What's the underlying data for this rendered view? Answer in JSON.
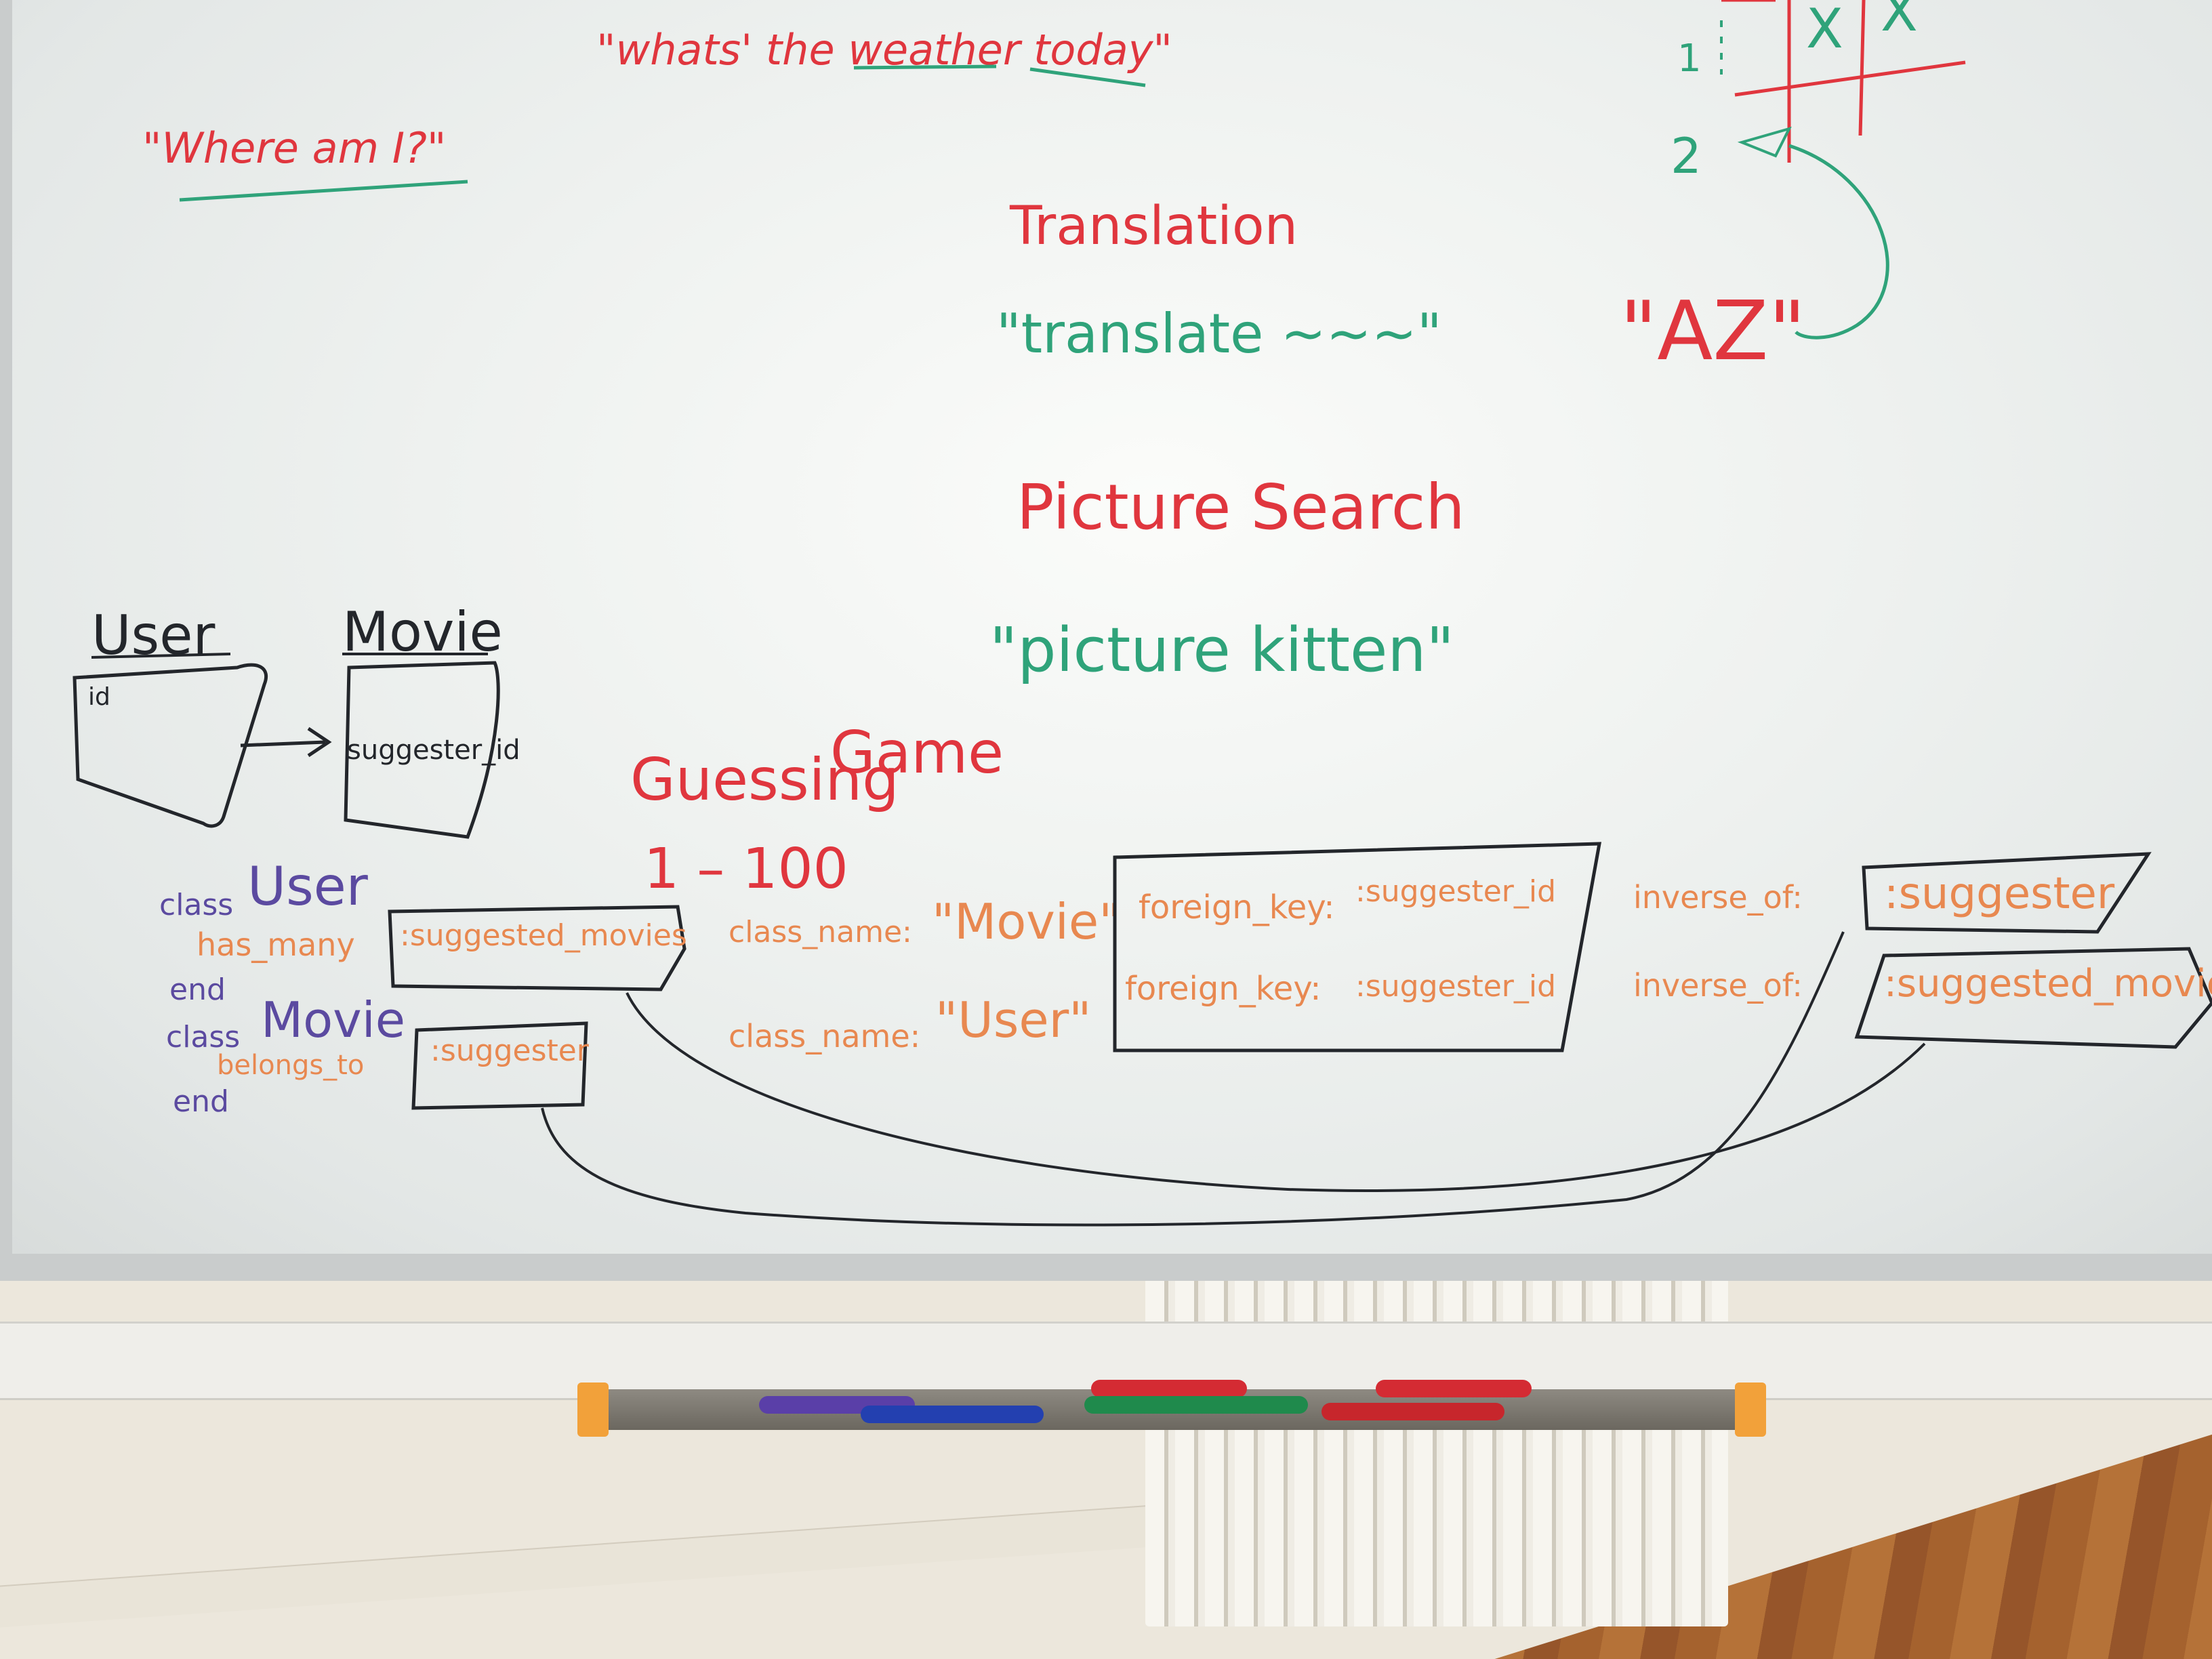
{
  "board": {
    "top_quote_1": "\"whats' the weather today\"",
    "top_quote_2": "\"Where am I?\"",
    "translation_title": "Translation",
    "translation_quote": "\"translate ~~~\"",
    "az_label": "\"AZ\"",
    "picture_title": "Picture Search",
    "picture_quote": "\"picture kitten\"",
    "guessing_title_1": "Guessing",
    "guessing_title_2": "Game",
    "guessing_range": "1 – 100",
    "grid_1": "1",
    "grid_2": "2",
    "grid_x1": "X",
    "grid_x2": "X"
  },
  "diagram": {
    "user_label": "User",
    "movie_label": "Movie",
    "user_field": "id",
    "movie_field": "suggester_id"
  },
  "code": {
    "line1_class": "class",
    "line1_name": "User",
    "line2_method": "has_many",
    "line2_symbol": ":suggested_movies",
    "line2_class_name": "class_name:",
    "line2_class_value": "\"Movie\"",
    "line2_fk_label": "foreign_key:",
    "line2_fk_value": ":suggester_id",
    "line2_inverse": "inverse_of:",
    "line2_inverse_value": ":suggester",
    "line3_end": "end",
    "line4_class": "class",
    "line4_name": "Movie",
    "line5_method": "belongs_to",
    "line5_symbol": ":suggester",
    "line5_class_name": "class_name:",
    "line5_class_value": "\"User\"",
    "line5_fk_label": "foreign_key:",
    "line5_fk_value": ":suggester_id",
    "line5_inverse": "inverse_of:",
    "line5_inverse_value": ":suggested_movies",
    "line6_end": "end"
  },
  "colors": {
    "red_ink": "#e0363e",
    "green_ink": "#2fa37a",
    "black_ink": "#23262b",
    "orange_ink": "#e88850",
    "purple_ink": "#5b4aa0"
  }
}
